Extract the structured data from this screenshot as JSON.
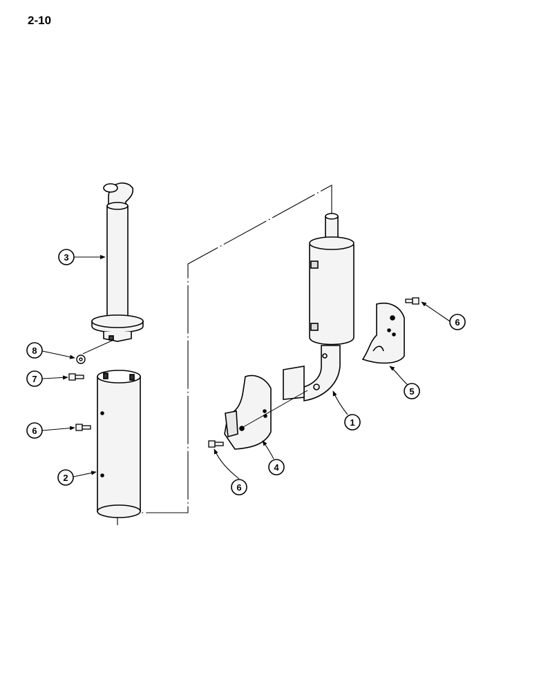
{
  "page": {
    "number": "2-10"
  },
  "diagram": {
    "callouts": [
      {
        "id": "c3",
        "label": "3"
      },
      {
        "id": "c8",
        "label": "8"
      },
      {
        "id": "c7",
        "label": "7"
      },
      {
        "id": "c6a",
        "label": "6"
      },
      {
        "id": "c2",
        "label": "2"
      },
      {
        "id": "c6b",
        "label": "6"
      },
      {
        "id": "c5",
        "label": "5"
      },
      {
        "id": "c1",
        "label": "1"
      },
      {
        "id": "c4",
        "label": "4"
      },
      {
        "id": "c6c",
        "label": "6"
      }
    ]
  }
}
